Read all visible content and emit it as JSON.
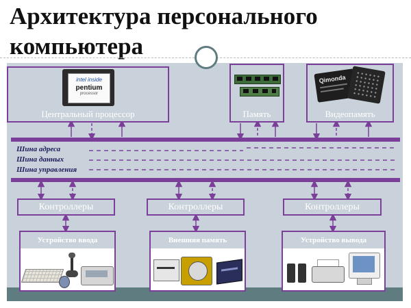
{
  "title": "Архитектура персонального компьютера",
  "components": {
    "cpu": {
      "label": "Центральный процессор",
      "chip_text": "intel inside pentium"
    },
    "memory": {
      "label": "Память"
    },
    "video_memory": {
      "label": "Видеопамять",
      "chip_text": "Qimonda"
    }
  },
  "buses": [
    "Шина адреса",
    "Шина данных",
    "Шина управления"
  ],
  "controllers": [
    "Контроллеры",
    "Контроллеры",
    "Контроллеры"
  ],
  "devices": [
    {
      "label": "Устройство ввода",
      "picture": "keyboard, joystick, mouse, scanner"
    },
    {
      "label": "Внешняя память",
      "picture": "floppy drive, hard disk, optical drive"
    },
    {
      "label": "Устройство вывода",
      "picture": "speakers, printer, monitor"
    }
  ],
  "colors": {
    "accent_purple": "#7b3f9a",
    "panel_gray": "#c9d2da",
    "strip_teal": "#5f7d80",
    "bus_label_navy": "#1c1c5a"
  }
}
